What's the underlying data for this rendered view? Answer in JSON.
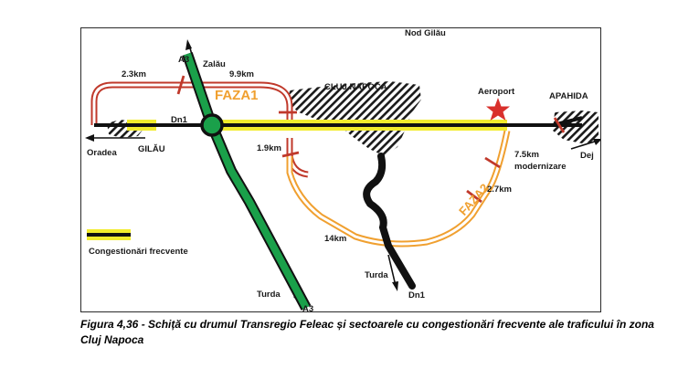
{
  "map": {
    "labels": {
      "nod_gilau": "Nod Gilău",
      "a3_top": "A3",
      "zalau": "Zalău",
      "dist_2_3": "2.3km",
      "dist_9_9": "9.9km",
      "faza1": "FAZA1",
      "cluj_napoca": "CLUJ NAPOCA",
      "aeroport": "Aeroport",
      "apahida": "APAHIDA",
      "dn1_left": "Dn1",
      "oradea": "Oradea",
      "gilau": "GILĂU",
      "dist_1_9": "1.9km",
      "dist_7_5": "7.5km",
      "modernizare": "modernizare",
      "dej": "Dej",
      "faza2": "FAZA2",
      "dist_2_7": "2.7km",
      "dist_14": "14km",
      "turda_right": "Turda",
      "dn1_bottom": "Dn1",
      "turda_left": "Turda",
      "a3_bottom": "A3"
    },
    "legend": {
      "congestion_label": "Congestionări frecvente"
    },
    "colors": {
      "main_road": "#111111",
      "congestion": "#f2ec2c",
      "motorway_a3": "#1aa04a",
      "faza1_route": "#c0392b",
      "faza2_route": "#f0a030",
      "airport_star": "#d9302c"
    }
  },
  "caption": {
    "text": "Figura 4,36 - Schiță cu drumul Transregio Feleac și sectoarele cu congestionări frecvente ale traficului în zona Cluj Napoca"
  }
}
